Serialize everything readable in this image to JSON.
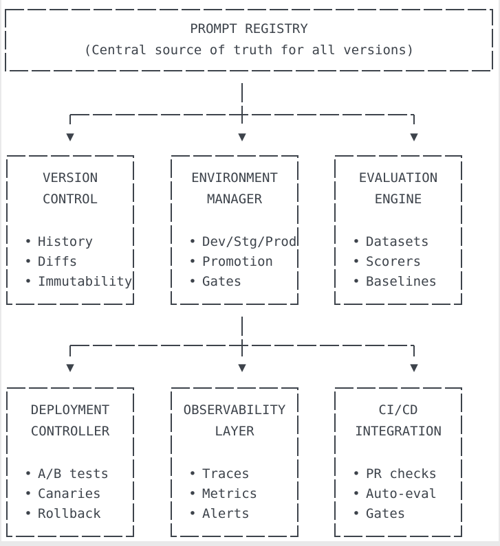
{
  "ui": {
    "ink_color": "#3d434b",
    "paper_color": "#ffffff",
    "frame_color": "#e9e9ea",
    "bullet": "•",
    "arrow": "▼"
  },
  "header": {
    "title": "PROMPT REGISTRY",
    "subtitle": "(Central source of truth for all versions)"
  },
  "boxes": [
    {
      "id": "version-control",
      "title_lines": [
        "VERSION",
        "CONTROL"
      ],
      "items": [
        "History",
        "Diffs",
        "Immutability"
      ]
    },
    {
      "id": "environment-manager",
      "title_lines": [
        "ENVIRONMENT",
        "MANAGER"
      ],
      "items": [
        "Dev/Stg/Prod",
        "Promotion",
        "Gates"
      ]
    },
    {
      "id": "evaluation-engine",
      "title_lines": [
        "EVALUATION",
        "ENGINE"
      ],
      "items": [
        "Datasets",
        "Scorers",
        "Baselines"
      ]
    },
    {
      "id": "deployment-controller",
      "title_lines": [
        "DEPLOYMENT",
        "CONTROLLER"
      ],
      "items": [
        "A/B tests",
        "Canaries",
        "Rollback"
      ]
    },
    {
      "id": "observability-layer",
      "title_lines": [
        "OBSERVABILITY",
        "LAYER"
      ],
      "items": [
        "Traces",
        "Metrics",
        "Alerts"
      ]
    },
    {
      "id": "ci-cd-integration",
      "title_lines": [
        "CI/CD",
        "INTEGRATION"
      ],
      "items": [
        "PR checks",
        "Auto-eval",
        "Gates"
      ]
    }
  ]
}
